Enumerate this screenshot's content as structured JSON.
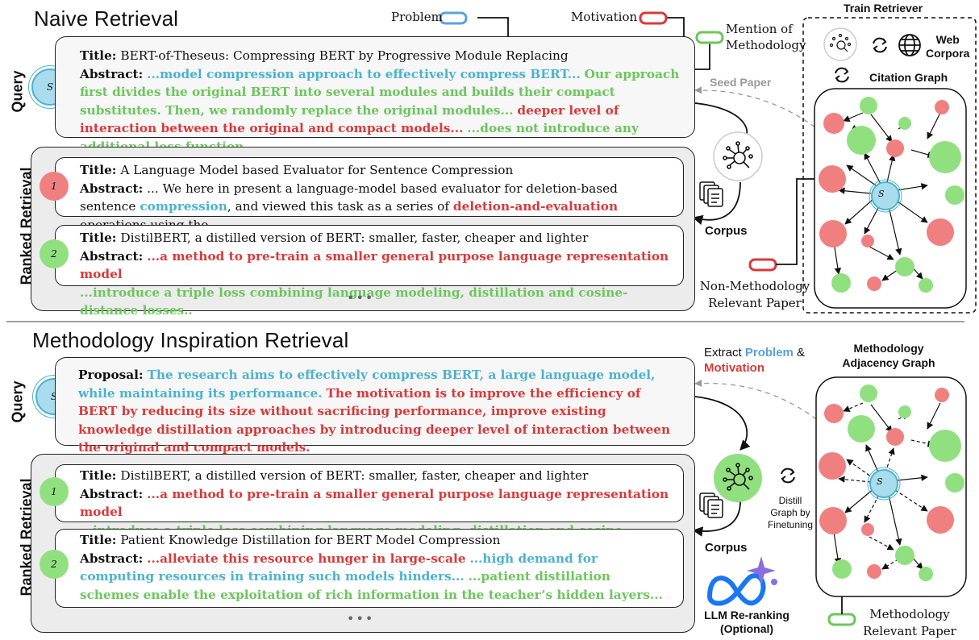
{
  "naive": {
    "heading": "Naive Retrieval",
    "query_label": "Query",
    "ranked_label": "Ranked Retrieval",
    "query": {
      "title_label": "Title:",
      "title_text": "BERT-of-Theseus: Compressing BERT by Progressive Module Replacing",
      "abstract_label": "Abstract:",
      "seg1_blue": "...model compression approach to effectively compress BERT...",
      "seg2_green": "Our approach first divides the original BERT into several modules and builds their compact substitutes. Then, we randomly replace the original modules...",
      "seg3_red": "deeper level of interaction between the original and compact models...",
      "seg4_green": "...does not introduce any additional loss function."
    },
    "results": [
      {
        "rank": "1",
        "title_label": "Title:",
        "title_text": "A Language Model based Evaluator for Sentence Compression",
        "abstract_label": "Abstract:",
        "seg1": "... We here in present a language-model based evaluator for deletion-based sentence",
        "seg2_blue": "compression",
        "seg3": ", and viewed this task as a series of",
        "seg4_red": "deletion-and-evaluation",
        "seg5": "operations using the ..."
      },
      {
        "rank": "2",
        "title_label": "Title:",
        "title_text": "DistilBERT, a distilled version of BERT: smaller, faster, cheaper and lighter",
        "abstract_label": "Abstract:",
        "seg1_red": "...a method to pre-train a smaller general purpose language representation model",
        "seg2_green": "...introduce a triple loss combining language modeling, distillation and cosine-distance losses.."
      }
    ],
    "ellipsis": "•••"
  },
  "legend": {
    "problem": "Problem",
    "motivation": "Motivation",
    "methodology_mention": "Mention of\nMethodology",
    "seed_paper": "Seed Paper",
    "corpus": "Corpus",
    "non_method_relevant": "Non-Methodology\nRelevant Paper",
    "method_relevant": "Methodology\nRelevant Paper"
  },
  "train": {
    "title": "Train Retriever",
    "web_corpora": "Web\nCorpora",
    "citation_graph": "Citation Graph"
  },
  "mir": {
    "heading": "Methodology Inspiration Retrieval",
    "query_label": "Query",
    "ranked_label": "Ranked Retrieval",
    "query": {
      "proposal_label": "Proposal:",
      "seg1_blue": "The research aims to effectively compress BERT, a large language model, while maintaining its performance.",
      "seg2_red": "The motivation is to improve the efficiency of BERT by reducing its size without sacrificing performance, improve existing knowledge distillation approaches by introducing deeper level of interaction between the original and compact models."
    },
    "results": [
      {
        "rank": "1",
        "title_label": "Title:",
        "title_text": "DistilBERT, a distilled version of BERT: smaller, faster, cheaper and lighter",
        "abstract_label": "Abstract:",
        "seg1_red": "...a method to pre-train a smaller general purpose language representation model",
        "seg2_green": "...introduce a triple loss combining language modeling, distillation and cosine-distance losses.."
      },
      {
        "rank": "2",
        "title_label": "Title:",
        "title_text": "Patient Knowledge Distillation for BERT Model Compression",
        "abstract_label": "Abstract:",
        "seg1_red": "...alleviate this resource hunger in large-scale",
        "seg2_blue": "...high demand for computing resources in training such models hinders...",
        "seg3_green": "...patient distillation schemes enable the exploitation of rich information in the teacher’s hidden layers..."
      }
    ],
    "ellipsis": "•••",
    "extract_prefix": "Extract",
    "extract_problem": "Problem",
    "extract_amp": "&",
    "extract_motivation": "Motivation",
    "adjacency_graph": "Methodology\nAdjacency Graph",
    "distill": "Distill\nGraph by\nFinetuning",
    "corpus": "Corpus",
    "llm_rerank": "LLM Re-ranking\n(Optional)"
  },
  "seed_symbol": "S",
  "colors": {
    "blue": "#4bb3cf",
    "green": "#6cc65c",
    "red": "#d83a3a",
    "node_red": "#f08080",
    "node_green": "#90e080",
    "seed_fill": "#a9dcec"
  }
}
